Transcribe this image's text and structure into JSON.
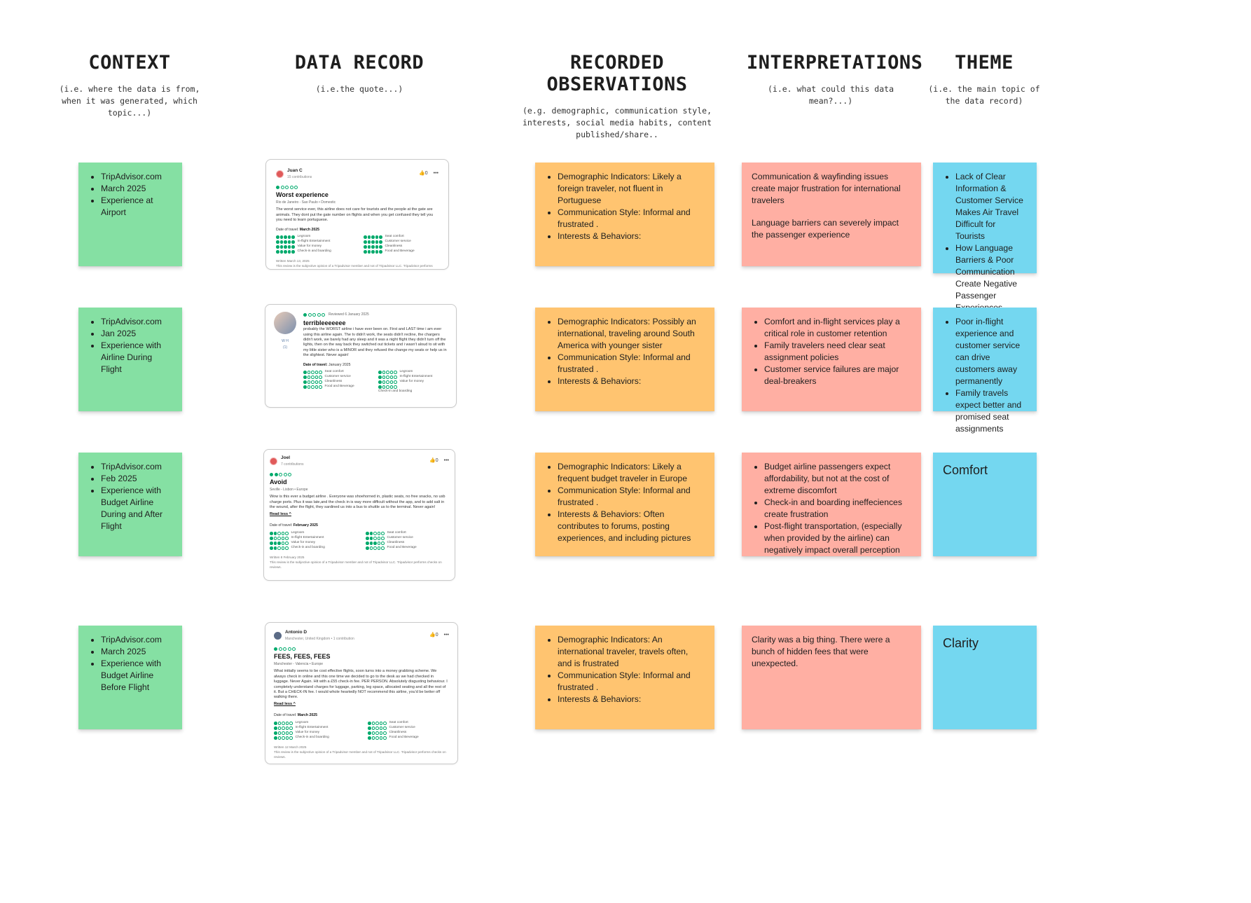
{
  "headers": [
    {
      "title": "CONTEXT",
      "subtitle": "(i.e. where the data is from, when it was generated, which topic...)"
    },
    {
      "title": "DATA RECORD",
      "subtitle": "(i.e.the quote...)"
    },
    {
      "title": "RECORDED OBSERVATIONS",
      "subtitle": "(e.g. demographic, communication style, interests, social media habits, content published/share.."
    },
    {
      "title": "INTERPRETATIONS",
      "subtitle": "(i.e. what could this data mean?...)"
    },
    {
      "title": "THEME",
      "subtitle": "(i.e. the main topic of the data record)"
    }
  ],
  "colors": {
    "context": "#85e0a3",
    "observations": "#ffc470",
    "interpretations": "#ffafa3",
    "theme": "#74d7f0",
    "tripadvisor_green": "#00aa6c"
  },
  "rows": [
    {
      "context": [
        "TripAdvisor.com",
        "March 2025",
        "Experience at Airport"
      ],
      "review": {
        "user": "Juan C",
        "user_sub": "15 contributions",
        "likes": "0",
        "more": "•••",
        "title": "Worst experience",
        "location": "Rio de Janeiro - Sao Paulo • Domestic",
        "body": "The worst service ever, this airline does not care for tourists and the people at the gate are animals. They dont put the gate number on flights and when you get confused they tell you you need to learn portuguese.",
        "date_label": "Date of travel:",
        "date_value": "March 2025",
        "ratings": [
          [
            "Legroom",
            "Seat comfort"
          ],
          [
            "In-flight Entertainment",
            "Customer service"
          ],
          [
            "Value for money",
            "Cleanliness"
          ],
          [
            "Check-in and boarding",
            "Food and Beverage"
          ]
        ],
        "written": "Written March 13, 2025",
        "disclaimer": "This review is the subjective opinion of a Tripadvisor member and not of Tripadvisor LLC. Tripadvisor performs checks on reviews."
      },
      "observations": [
        "Demographic Indicators: Likely a foreign traveler, not fluent in Portuguese",
        "Communication Style: Informal and frustrated .",
        "Interests & Behaviors:"
      ],
      "interpretation_paragraphs": [
        "Communication & wayfinding issues create major frustration for international travelers",
        "Language barriers can severely impact the passenger experience"
      ],
      "theme": [
        "Lack of Clear Information & Customer Service Makes Air Travel Difficult for Tourists",
        "How Language Barriers & Poor Communication Create Negative Passenger Experiences"
      ]
    },
    {
      "context": [
        "TripAdvisor.com",
        "Jan 2025",
        "Experience with Airline During Flight"
      ],
      "review": {
        "user": "W H",
        "user_sub": "(1)",
        "reviewed": "Reviewed 6 January 2025",
        "title": "terribleeeeeee",
        "body": "probably the WORST airline i have ever been on. First and LAST time i am ever using this airline again. The tv didn't work, the seats didn't recline, the chargers didn't work, we barely had any sleep and it was a night flight they didn't turn off the lights, then on the way back they switched out tickets and i wasn't aloud to sit with my little sister who is a MINOR and they refused the change my seats or help us in the slightest. Never again!",
        "date_label": "Date of travel:",
        "date_value": "January 2025",
        "ratings": [
          [
            "Seat comfort",
            "Legroom"
          ],
          [
            "Customer service",
            "In-flight Entertainment"
          ],
          [
            "Cleanliness",
            "Value for money"
          ],
          [
            "Food and Beverage",
            ""
          ],
          [
            "",
            "Check-in and boarding"
          ]
        ]
      },
      "observations": [
        "Demographic Indicators: Possibly an international, traveling around South America with younger sister",
        "Communication Style: Informal and frustrated .",
        "Interests & Behaviors:"
      ],
      "interpretations": [
        "Comfort and in-flight services play a critical role in customer retention",
        "Family travelers need clear seat assignment policies",
        "Customer service failures are major deal-breakers"
      ],
      "theme": [
        "Poor in-flight experience and customer service can drive customers away permanently",
        "Family travels expect better and promised seat assignments"
      ]
    },
    {
      "context": [
        "TripAdvisor.com",
        "Feb 2025",
        "Experience with Budget Airline During and After Flight"
      ],
      "review": {
        "user": "Joel",
        "user_sub": "7 contributions",
        "likes": "0",
        "more": "•••",
        "title": "Avoid",
        "location": "Seville - Lisbon • Europe",
        "body": "Wow is this ever a  budget  airline . Everyone was shoehorned in, plastic seats, no free snacks, no usb charge ports. Plus it was late,and the check in is way more difficult without the app, and to add salt in the wound, after the flight, they sardined us into a bus to shuttle us to the terminal. Never again!",
        "read_less": "Read less ^",
        "date_label": "Date of travel:",
        "date_value": "February 2025",
        "ratings": [
          [
            "Legroom",
            "Seat comfort"
          ],
          [
            "In-flight Entertainment",
            "Customer service"
          ],
          [
            "Value for money",
            "Cleanliness"
          ],
          [
            "Check-in and boarding",
            "Food and Beverage"
          ]
        ],
        "written": "Written 8 February 2025",
        "disclaimer": "This review is the subjective opinion of a Tripadvisor member and not of Tripadvisor LLC. Tripadvisor performs checks on reviews."
      },
      "observations": [
        "Demographic Indicators: Likely a frequent budget traveler in Europe",
        "Communication Style: Informal and frustrated .",
        "Interests & Behaviors: Often contributes to forums, posting experiences, and including pictures"
      ],
      "interpretations": [
        "Budget airline passengers expect affordability, but not at the cost of extreme discomfort",
        "Check-in and boarding ineffeciences create frustration",
        "Post-flight transportation, (especially when provided by the airline) can negatively impact overall perception"
      ],
      "theme_text": "Comfort"
    },
    {
      "context": [
        "TripAdvisor.com",
        "March 2025",
        "Experience with Budget Airline Before Flight"
      ],
      "review": {
        "user": "Antonio D",
        "user_sub": "Manchester, United Kingdom • 1 contribution",
        "likes": "0",
        "more": "•••",
        "title": "FEES, FEES, FEES",
        "location": "Manchester - Valencia • Europe",
        "body": "What initially seems to be cost effective flights, soon turns into a money grabbing scheme. We always check in online and this one time we decided to go to the desk as we had checked in luggage. Never Again. Hit with a £55 check-in fee. PER PERSON. Absolutely disgusting behaviour. I completely understand charges for luggage, parking, leg space, allocated seating and all the rest of it. But a CHECK-IN fee. I would whole heartedly NOT recommend this airline, you'd be better off walking there.",
        "read_less": "Read less ^",
        "date_label": "Date of travel:",
        "date_value": "March 2025",
        "ratings": [
          [
            "Legroom",
            "Seat comfort"
          ],
          [
            "In-flight Entertainment",
            "Customer service"
          ],
          [
            "Value for money",
            "Cleanliness"
          ],
          [
            "Check-in and boarding",
            "Food and Beverage"
          ]
        ],
        "written": "Written 12 March 2025",
        "disclaimer": "This review is the subjective opinion of a Tripadvisor member and not of Tripadvisor LLC. Tripadvisor performs checks on reviews."
      },
      "observations": [
        "Demographic Indicators: An international traveler, travels often, and is frustrated",
        "Communication Style: Informal and frustrated .",
        "Interests & Behaviors:"
      ],
      "interpretation_paragraphs": [
        "Clarity was a big thing. There were a bunch of hidden fees that were unexpected."
      ],
      "theme_text": "Clarity"
    }
  ]
}
